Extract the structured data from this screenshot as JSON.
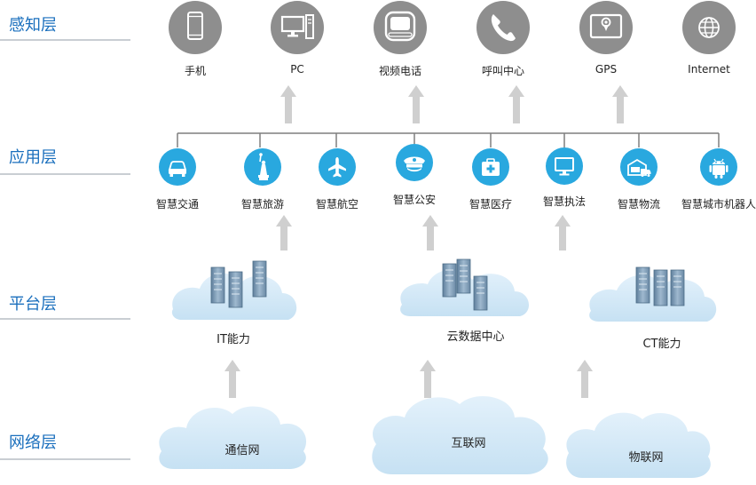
{
  "layers": {
    "perception": "感知层",
    "application": "应用层",
    "platform": "平台层",
    "network": "网络层"
  },
  "devices": [
    {
      "label": "手机",
      "icon": "mobile-phone-icon"
    },
    {
      "label": "PC",
      "icon": "desktop-pc-icon"
    },
    {
      "label": "视频电话",
      "icon": "video-phone-icon"
    },
    {
      "label": "呼叫中心",
      "icon": "phone-handset-icon"
    },
    {
      "label": "GPS",
      "icon": "gps-tablet-icon"
    },
    {
      "label": "Internet",
      "icon": "globe-icon"
    }
  ],
  "applications": [
    {
      "label": "智慧交通",
      "icon": "car-icon"
    },
    {
      "label": "智慧旅游",
      "icon": "statue-of-liberty-icon"
    },
    {
      "label": "智慧航空",
      "icon": "airplane-icon"
    },
    {
      "label": "智慧公安",
      "icon": "police-cap-icon"
    },
    {
      "label": "智慧医疗",
      "icon": "medical-kit-icon"
    },
    {
      "label": "智慧执法",
      "icon": "monitor-icon"
    },
    {
      "label": "智慧物流",
      "icon": "warehouse-truck-icon"
    },
    {
      "label": "智慧城市机器人",
      "icon": "android-robot-icon"
    }
  ],
  "platforms": [
    {
      "label": "IT能力",
      "icon": "server-rack-icon"
    },
    {
      "label": "云数据中心",
      "icon": "server-rack-icon"
    },
    {
      "label": "CT能力",
      "icon": "server-rack-icon"
    }
  ],
  "networks": [
    {
      "label": "通信网"
    },
    {
      "label": "互联网"
    },
    {
      "label": "物联网"
    }
  ],
  "colors": {
    "layer_title": "#1a6fbd",
    "device_circle": "#8e8e8e",
    "app_circle": "#29a8df",
    "arrow": "#cfcfcf",
    "cloud": "#cfe6f5",
    "server": "#7f9fb8"
  }
}
